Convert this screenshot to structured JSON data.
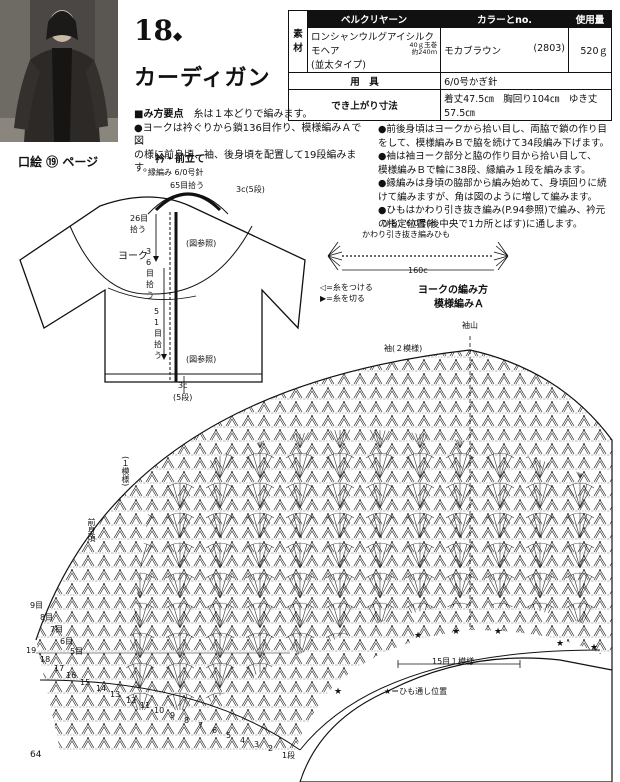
{
  "pattern": {
    "number": "18",
    "title": "カーディガン",
    "kuchie": "口絵 ⑲ ページ",
    "page_number": "64"
  },
  "spec": {
    "yarn_header": "ベルクリヤーン",
    "color_header": "カラーとno.",
    "usage_header": "使用量",
    "material_label_1": "素",
    "material_label_2": "材",
    "yarn_name_1": "ロンシャンウルグアイシルクモヘア",
    "yarn_name_2": "(並太タイプ)",
    "yarn_weight": "40ｇ玉巻",
    "yarn_length": "約240ｍ",
    "color_name": "モカブラウン",
    "color_no": "(2803)",
    "amount": "520ｇ",
    "tools_label": "用　具",
    "tools_value": "6/0号かぎ針",
    "size_label": "でき上がり寸法",
    "size_value": "着丈47.5㎝　胸回り104㎝　ゆき丈57.5㎝"
  },
  "notes_left": {
    "heading": "■み方要点",
    "line1": "糸は１本どりで編みます。",
    "line2": "●ヨークは衿ぐりから鎖136目作り、模様編みＡで図",
    "line3": "の様に前身頃、袖、後身頃を配置して19段編みます。"
  },
  "notes_right": {
    "l1": "●前後身頃はヨークから拾い目し、両脇で鎖の作り目",
    "l2": "をして、模様編みＢで脇を続けて34段編み下げます。",
    "l3": "●袖は袖ヨーク部分と脇の作り目から拾い目して、",
    "l4": "模様編みＢで輪に38段、縁編み１段を編みます。",
    "l5": "●縁編みは身頃の脇部から編み始めて、身頃回りに続",
    "l6": "けて編みますが、角は図のように増して編みます。",
    "l7": "●ひもはかわり引き抜き編み(P.94参照)で編み、衿元",
    "l8": "の指定位置(後中央で1カ所とばす)に通します。"
  },
  "schematic": {
    "heading": "衿・前立て",
    "edge_note": "縁編み 6/0号針",
    "collar_count": "65目拾う",
    "top_width": "3c(5段)",
    "neck_pick_a": "26目",
    "neck_pick_b": "拾う",
    "yoke_label": "ヨーク",
    "see_figure_1": "(図参照)",
    "front_pick_36": "36目拾う",
    "front_pick_51": "51目拾う",
    "see_figure_2": "(図参照)",
    "bottom_width": "3c",
    "bottom_rows": "(5段)"
  },
  "cord": {
    "title": "ひも　6/0号針",
    "subtitle": "かわり引き抜き編みひも",
    "length": "160c",
    "legend_attach": "◁=糸をつける",
    "legend_cut": "▶=糸を切る"
  },
  "chart": {
    "title": "ヨークの編み方",
    "subtitle": "模様編みＡ",
    "shoulder": "袖山",
    "sleeve": "袖(２模様)",
    "front": "前身頃",
    "front_reps": "(１模様)",
    "repeat": "15目１模様",
    "cord_position": "★＝ひも通し位置",
    "rows_top": [
      "9目",
      "8目",
      "7目",
      "6目",
      "5目"
    ],
    "rows": [
      "19",
      "18",
      "17",
      "16",
      "15",
      "14",
      "13",
      "12",
      "11",
      "10",
      "9",
      "8",
      "7",
      "6",
      "5",
      "4",
      "3",
      "2"
    ],
    "row_one": "1段"
  }
}
